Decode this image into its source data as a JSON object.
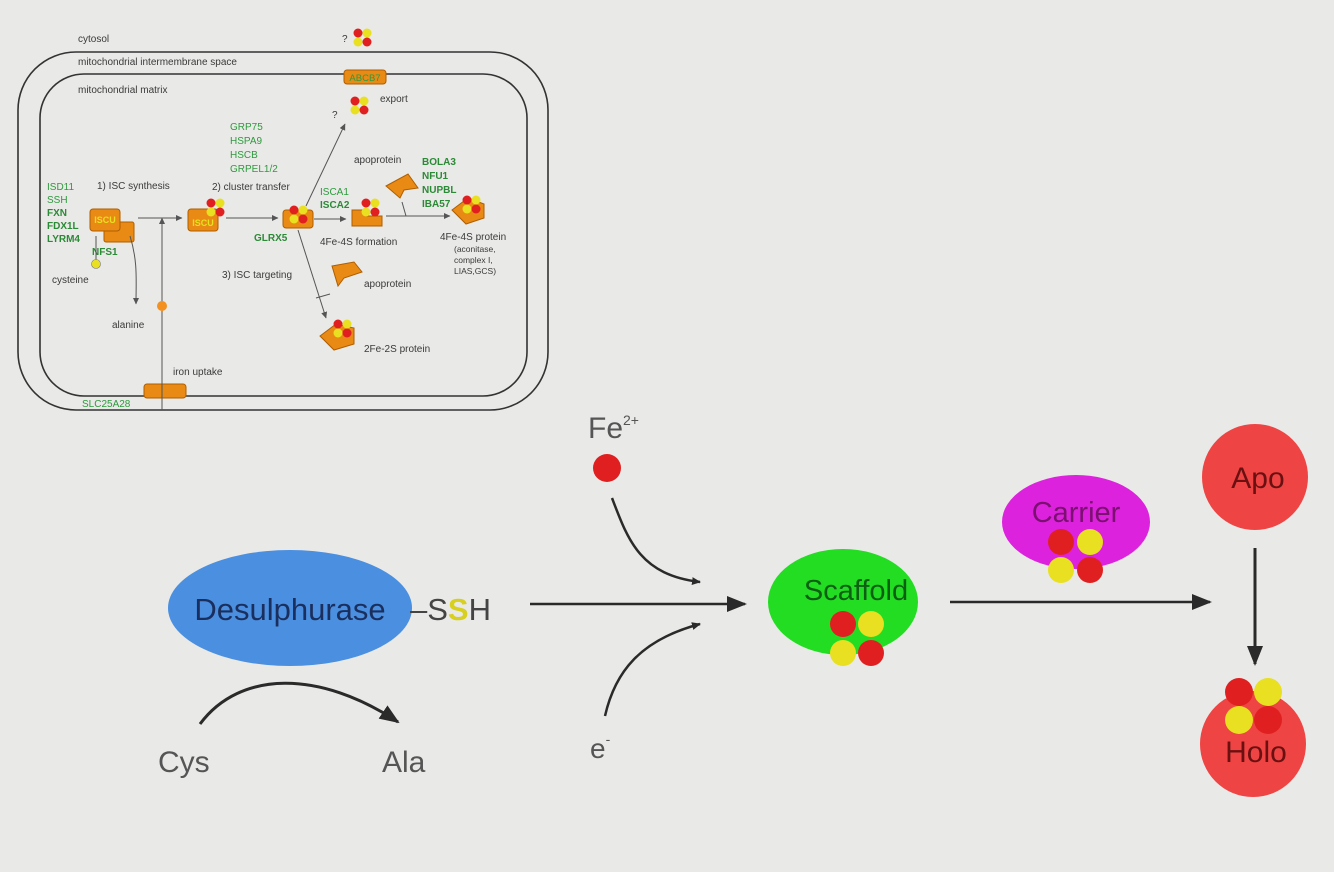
{
  "colors": {
    "background": "#e9e9e7",
    "membrane": "#333333",
    "protein_orange": "#e88a14",
    "protein_orange_dark": "#c46a00",
    "gene_green": "#2e9a3e",
    "iron_red": "#e02020",
    "sulfur_yellow": "#e8e020",
    "desulphurase_blue": "#4a8fe0",
    "scaffold_green": "#22dd22",
    "carrier_magenta": "#dd22dd",
    "apo_holo_red": "#ee4444",
    "arrow": "#2a2a2a"
  },
  "pathway": {
    "compartments": {
      "cytosol": "cytosol",
      "intermembrane": "mitochondrial intermembrane space",
      "matrix": "mitochondrial matrix"
    },
    "transporters": {
      "abcb7": "ABCB7",
      "slc25a28": "SLC25A28"
    },
    "iron_uptake": "iron uptake",
    "steps": {
      "synthesis": "1) ISC synthesis",
      "transfer": "2) cluster transfer",
      "targeting": "3) ISC targeting",
      "formation": "4Fe-4S formation"
    },
    "synthesis_factors": [
      {
        "name": "ISD11",
        "bold": false
      },
      {
        "name": "SSH",
        "bold": false
      },
      {
        "name": "FXN",
        "bold": true
      },
      {
        "name": "FDX1L",
        "bold": true
      },
      {
        "name": "LYRM4",
        "bold": true
      }
    ],
    "chaperones": [
      "GRP75",
      "HSPA9",
      "HSCB",
      "GRPEL1/2"
    ],
    "isca": [
      {
        "name": "ISCA1",
        "bold": false
      },
      {
        "name": "ISCA2",
        "bold": true
      }
    ],
    "late_factors": [
      "BOLA3",
      "NFU1",
      "NUPBL",
      "IBA57"
    ],
    "nfs1": "NFS1",
    "iscu_1": "ISCU",
    "iscu_2": "ISCU",
    "glrx5": "GLRX5",
    "cysteine": "cysteine",
    "alanine": "alanine",
    "apoprotein_1": "apoprotein",
    "apoprotein_2": "apoprotein",
    "export": "export",
    "question_1": "?",
    "question_2": "?",
    "protein_4fe4s": "4Fe-4S protein",
    "protein_4fe4s_examples": [
      "(aconitase,",
      "complex I,",
      "LIAS,GCS)"
    ],
    "protein_2fe2s": "2Fe-2S protein"
  },
  "scheme": {
    "desulphurase": "Desulphurase",
    "ssh_dash": "–S",
    "ssh_s": "S",
    "ssh_h": "H",
    "fe": "Fe",
    "fe_charge": "2+",
    "electron": "e",
    "electron_charge": "-",
    "scaffold": "Scaffold",
    "carrier": "Carrier",
    "apo": "Apo",
    "holo": "Holo",
    "cys": "Cys",
    "ala": "Ala"
  }
}
